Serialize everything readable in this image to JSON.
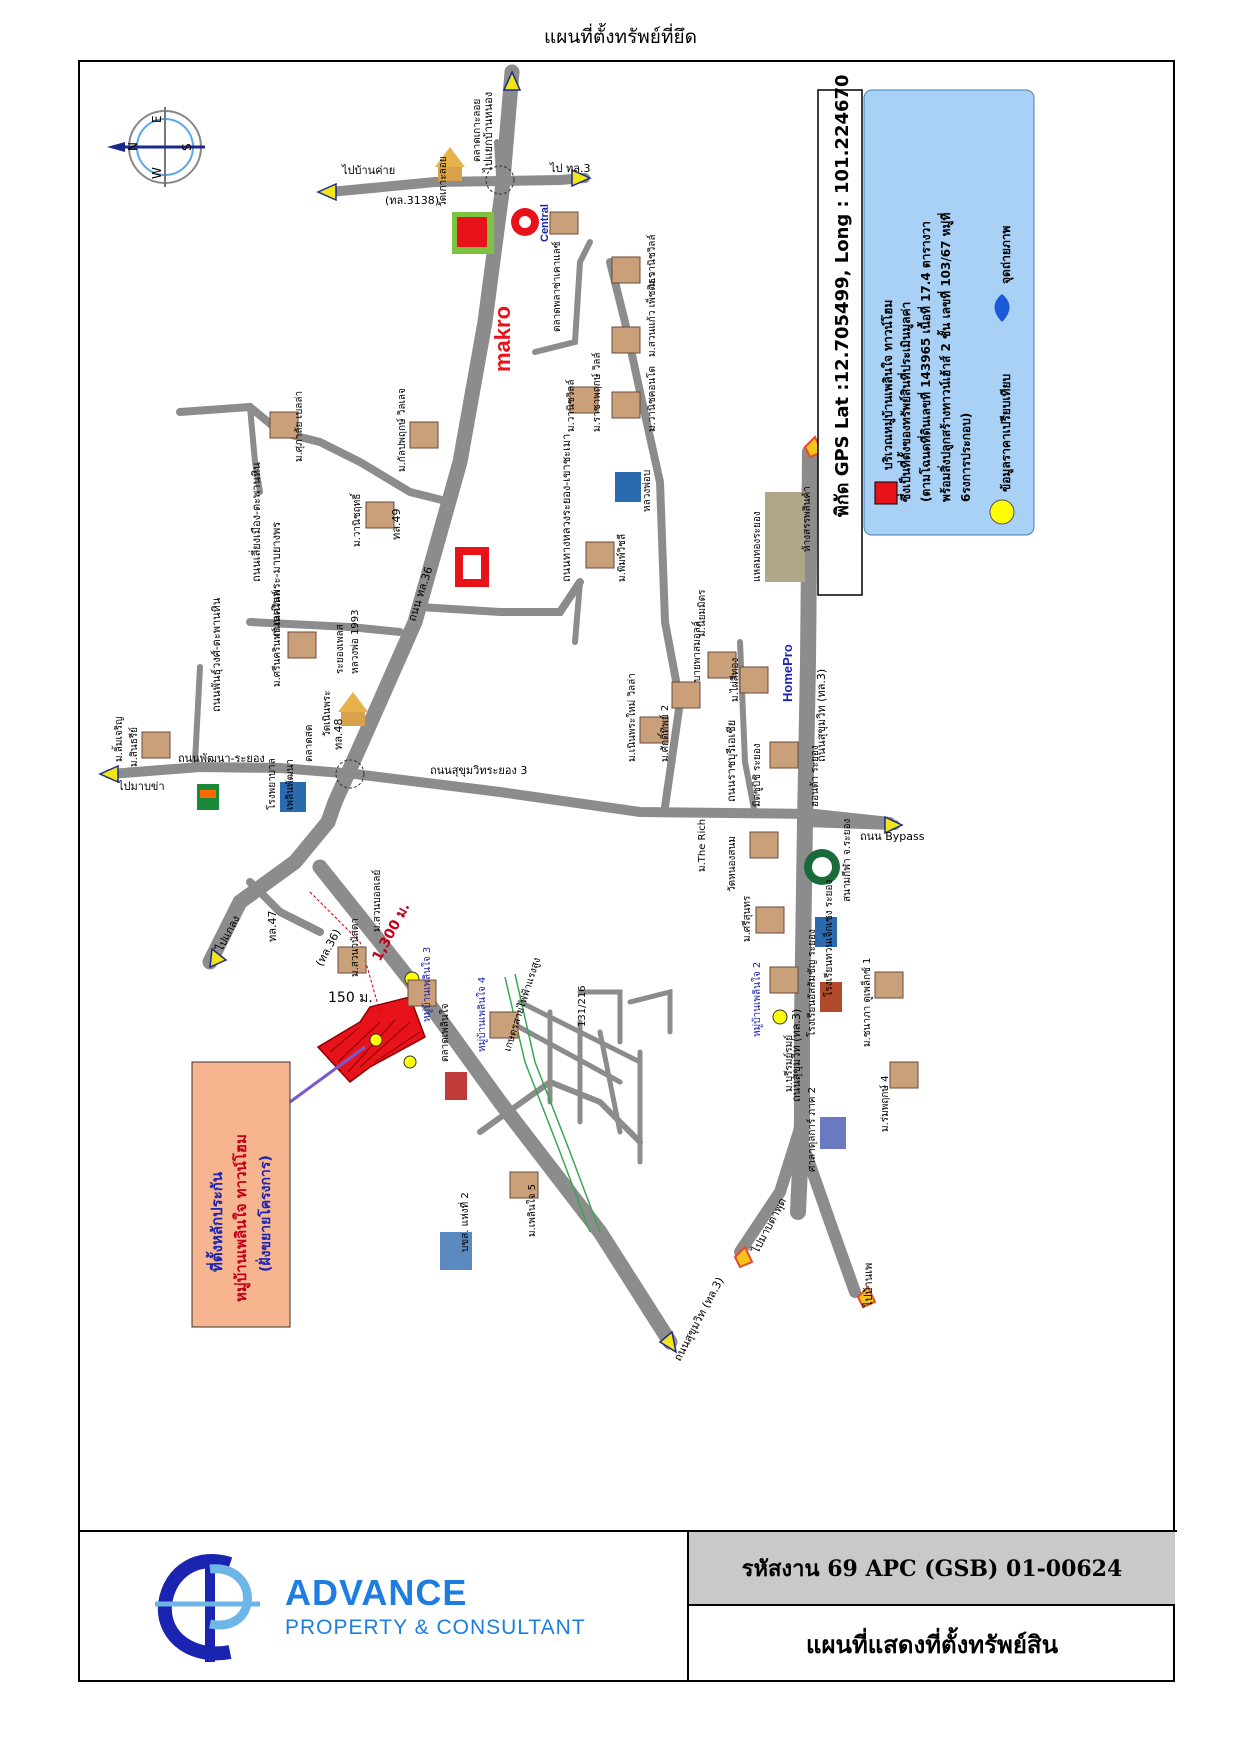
{
  "page_title": "แผนที่ตั้งทรัพย์ที่ยึด",
  "gps_box": {
    "title": "พิกัด GPS Lat :12.705499, Long : 101.224670",
    "legend_main_line1": "บริเวณหมู่บ้านเพลินใจ ทาวน์โฮม",
    "legend_main_line2": "ซึ่งเป็นที่ตั้งของทรัพย์สินที่ประเมินมูลค่า",
    "legend_main_line3": "(ตามโฉนดที่ดินเลขที่ 143965 เนื้อที่ 17.4 ตารางวา",
    "legend_main_line4": "พร้อมสิ่งปลูกสร้างทาวน์เฮ้าส์ 2 ชั้น เลขที่ 103/67 หมู่ที่",
    "legend_main_line5": "6รงการประกอบ)",
    "legend_compare": "ข้อมูลราคาเปรียบเทียบ",
    "legend_photo": "จุดถ่ายภาพ"
  },
  "callout": {
    "line1": "ที่ตั้งหลักประกัน",
    "line2": "หมู่บ้านเพลินใจ ทาวน์โฮม",
    "line3": "(ฝั่งขยายโครงการ)"
  },
  "distances": {
    "d1": "1,300 ม.",
    "d2": "150 ม."
  },
  "compass": {
    "n": "N",
    "e": "E",
    "s": "S",
    "w": "W"
  },
  "roads": {
    "r_main": "ถนน ทล.36",
    "r_sukhumvit": "ถนนสุขุมวิทระยอง 3",
    "r_sukhumvit2": "ถนนสุขุมวิท (ทล.3)",
    "r_sukhumvit3": "ถนนสุขุมวิท (ทล.3)",
    "r_ban_khai": "ไปบ้านค่าย",
    "r_3138": "(ทล.3138)",
    "r_tl3": "ไป ทล.3",
    "r_nong_bon": "ไปแยกบ้านหนอง",
    "r_map_ta_phut": "ไปมาบตาพุด",
    "r_ban_phe": "ไปบ้านเพ",
    "r_klaeng": "ไปแกลง",
    "r_noen_phra": "ไปมาบข่า",
    "r_tl47": "ทล.47",
    "r_tl48": "ทล.48",
    "r_tl49": "ทล.49",
    "r_tl36": "(ทล.36)",
    "r_rayong_bypass": "ถนนเลี่ยงเมือง-ตะพานหิน",
    "r_chanthaburi": "ถนนทางหลวงระยอง-เขาชะเมา",
    "r_rama": "ถนนพันธุ์วงศ์-ตะพานหิน",
    "r_nongbua": "ถนนเนินพระ-มาบยางพร",
    "r_ring": "ถนนพัฒนา-ระยอง",
    "r_chum": "ถนนราชบุรีเอเชีย",
    "r_bypass": "ถนน Bypass",
    "r_hwy3": "ถนนสุขุมวิท (ทล.3)"
  },
  "places": {
    "p1": "วัดเกาะลอย",
    "p2": "ตลาดเกาะลอย",
    "p3": "ตลาดพลาซ่าเคาแลซ์",
    "p4": "ม.วานิชวิลล์",
    "p5": "ม.วานิชวิลล์",
    "p6": "ม.สวนแก้ว เพ็ชติธร",
    "p7": "ม.ราชาพฤกษ์ วิลล์",
    "p8": "ม.วานิชคอนโด",
    "p9": "ม.กัลปพฤกษ์ วิลเลจ",
    "p10": "ม.ศุภาลัย เบลล่า",
    "p11": "ม.วานิชฤทธิ์",
    "p12": "ม.พิมพ์วิชลี",
    "p13": "หลวงพ่อบ",
    "p14": "หลวงพ่อ 1993",
    "p15": "ระยองเพลส",
    "p16": "ม.ศรีนครินทร์ เลควิลล์",
    "p17": "วัดเนินพระ",
    "p18": "ม.สินธรีย์",
    "p19": "โรงพยาบาล",
    "p20": "ม.เนินพระใหม่ วิลล่า",
    "p21": "ม.ศักดิ์ทิพย์ 2",
    "p22": "บายพาสมอลล์",
    "p23": "ม.นิยมมิตร",
    "p24": "ม.ไผ่สีทอง",
    "p25": "แหลมทองระยอง",
    "p26": "ห้างสรรพสินค้า",
    "p27": "HomePro",
    "p28": "มิตซูบิชิ ระยอง",
    "p29": "ฮอนด้า ระยอง",
    "p30": "ม.The Rich",
    "p31": "วัดหนองสนม",
    "p32": "สนามกีฬา จ.ระยอง",
    "p33": "ม.ศรีสุนทร",
    "p34": "หมู่บ้านเพลินใจ 2",
    "p35": "โรงเรียนอัสสัมชัญ ระยอง",
    "p36": "โรงเรียนทวนเจ็กเชง ระยอง",
    "p37": "ม.ชนาภา ดูเพล็กซ์ 1",
    "p38": "ม.บุรีรมย์รมย์",
    "p39": "ศาลาดุลการ์ ภาค 2",
    "p40": "ม.ร่มพฤกษ์ 4",
    "p41": "ม.สวนวนัสดา",
    "p42": "ม.สวนบอลเลย์",
    "p43": "หมู่บ้านเพลินใจ 3",
    "p44": "หมู่บ้านเพลินใจ 4",
    "p45": "ตลาดเพลินใจ",
    "p46": "บขส. แห่งที่ 2",
    "p47": "ม.เพลินใจ 5",
    "p48": "131/216",
    "p49": "เกษตรสายไฟฟ้าแรงสูง",
    "p50": "ม.ลิ้มเจริญ",
    "p51": "ไปมาบข่า",
    "p52": "makro",
    "p53": "Central",
    "p54": "เพลินพัฒนา",
    "p55": "ตลาดสด"
  },
  "footer": {
    "code_label": "รหัสงาน    69 APC (GSB) 01-00624",
    "map_caption": "แผนที่แสดงที่ตั้งทรัพย์สิน",
    "brand_name": "ADVANCE",
    "brand_sub": "PROPERTY & CONSULTANT"
  },
  "colors": {
    "road": "#8c8c8c",
    "gps_box": "#a9d1f5",
    "callout_bg": "#f6b48f",
    "callout_text": "#1a24b0",
    "brand": "#1d7de0",
    "highlight_red": "#e8121a"
  }
}
